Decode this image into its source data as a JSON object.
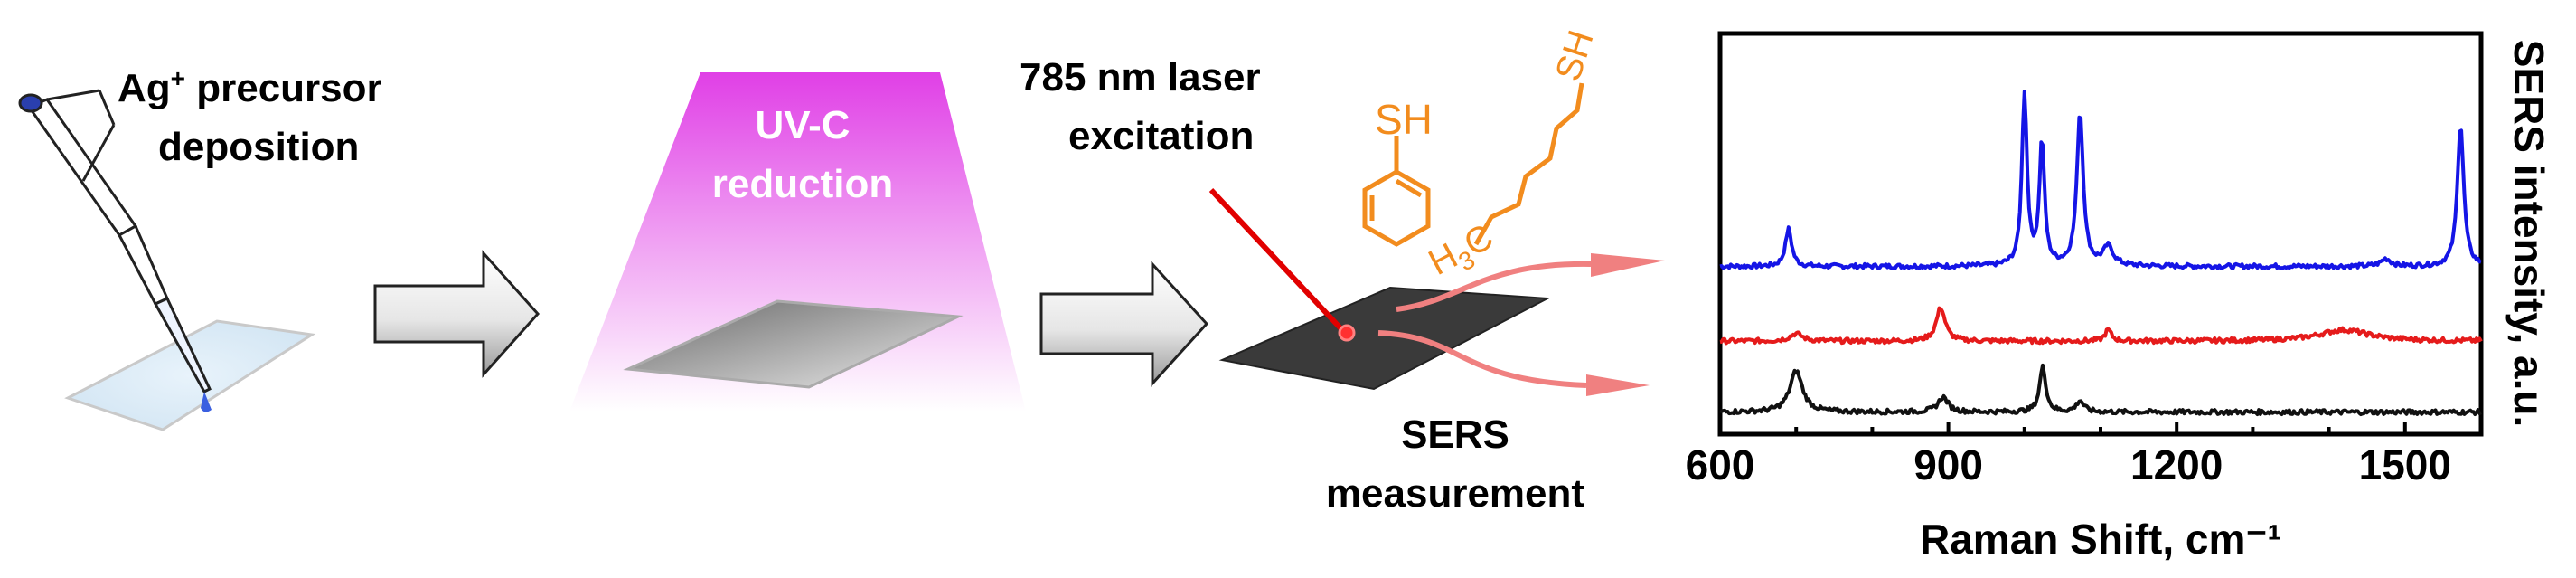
{
  "steps": {
    "deposition": {
      "line1": "Ag",
      "sup": "+",
      "line1_rest": " precursor",
      "line2": "deposition"
    },
    "reduction": {
      "line1": "UV-C",
      "line2": "reduction"
    },
    "laser": {
      "line1": "785 nm laser",
      "line2": "excitation"
    },
    "measurement": {
      "line1": "SERS",
      "line2": "measurement"
    }
  },
  "molecules": {
    "thiophenol_group": "SH",
    "alkanethiol_group": "SH",
    "methyl_main": "H",
    "methyl_sub": "3",
    "methyl_c": "C"
  },
  "colors": {
    "uv_top": "#e03fe6",
    "spectrum_blue": "#1515e6",
    "spectrum_red": "#e51b1b",
    "spectrum_black": "#111111",
    "laser": "#e10000",
    "molecule": "#f28c1e",
    "arrow_pink": "#f08080"
  },
  "chart_data": {
    "type": "line",
    "xlabel": "Raman Shift, cm⁻¹",
    "ylabel": "SERS intensity, a.u.",
    "xlim": [
      600,
      1600
    ],
    "xticks": [
      "600",
      "900",
      "1200",
      "1500"
    ],
    "y_ticks_shown": false,
    "series": [
      {
        "color": "#1515e6",
        "baseline": 0.42,
        "peaks": [
          [
            690,
            0.1,
            5
          ],
          [
            1000,
            0.46,
            4
          ],
          [
            1023,
            0.33,
            4
          ],
          [
            1073,
            0.41,
            5
          ],
          [
            1110,
            0.05,
            8
          ],
          [
            1475,
            0.02,
            8
          ],
          [
            1573,
            0.38,
            5
          ]
        ]
      },
      {
        "color": "#e51b1b",
        "baseline": 0.22,
        "peaks": [
          [
            700,
            0.02,
            10
          ],
          [
            890,
            0.09,
            7
          ],
          [
            1110,
            0.03,
            5
          ],
          [
            1420,
            0.03,
            40
          ]
        ]
      },
      {
        "color": "#111111",
        "baseline": 0.03,
        "peaks": [
          [
            700,
            0.11,
            10
          ],
          [
            893,
            0.04,
            8
          ],
          [
            1024,
            0.12,
            5
          ],
          [
            1073,
            0.03,
            6
          ]
        ]
      }
    ]
  }
}
